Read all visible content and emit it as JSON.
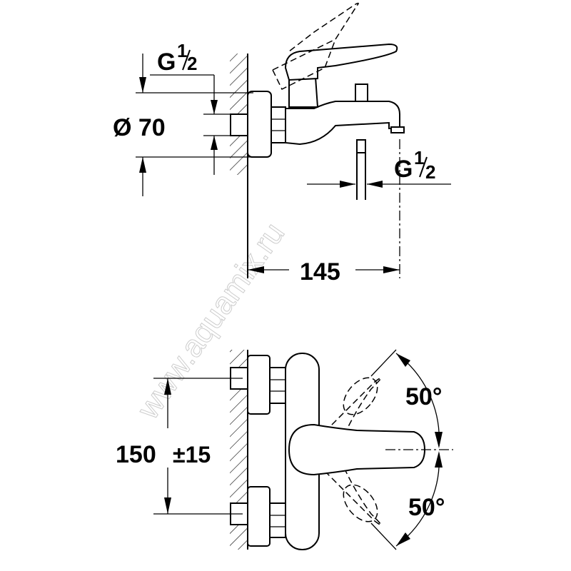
{
  "top_view": {
    "thread_left": {
      "letter": "G",
      "num": "1",
      "den": "2"
    },
    "diameter": "Ø 70",
    "thread_right": {
      "letter": "G",
      "num": "1",
      "den": "2"
    },
    "projection": "145"
  },
  "bottom_view": {
    "spacing": "150",
    "tolerance": "±15",
    "angle_up": "50°",
    "angle_down": "50°"
  },
  "watermark": "www.aquamix.ru"
}
